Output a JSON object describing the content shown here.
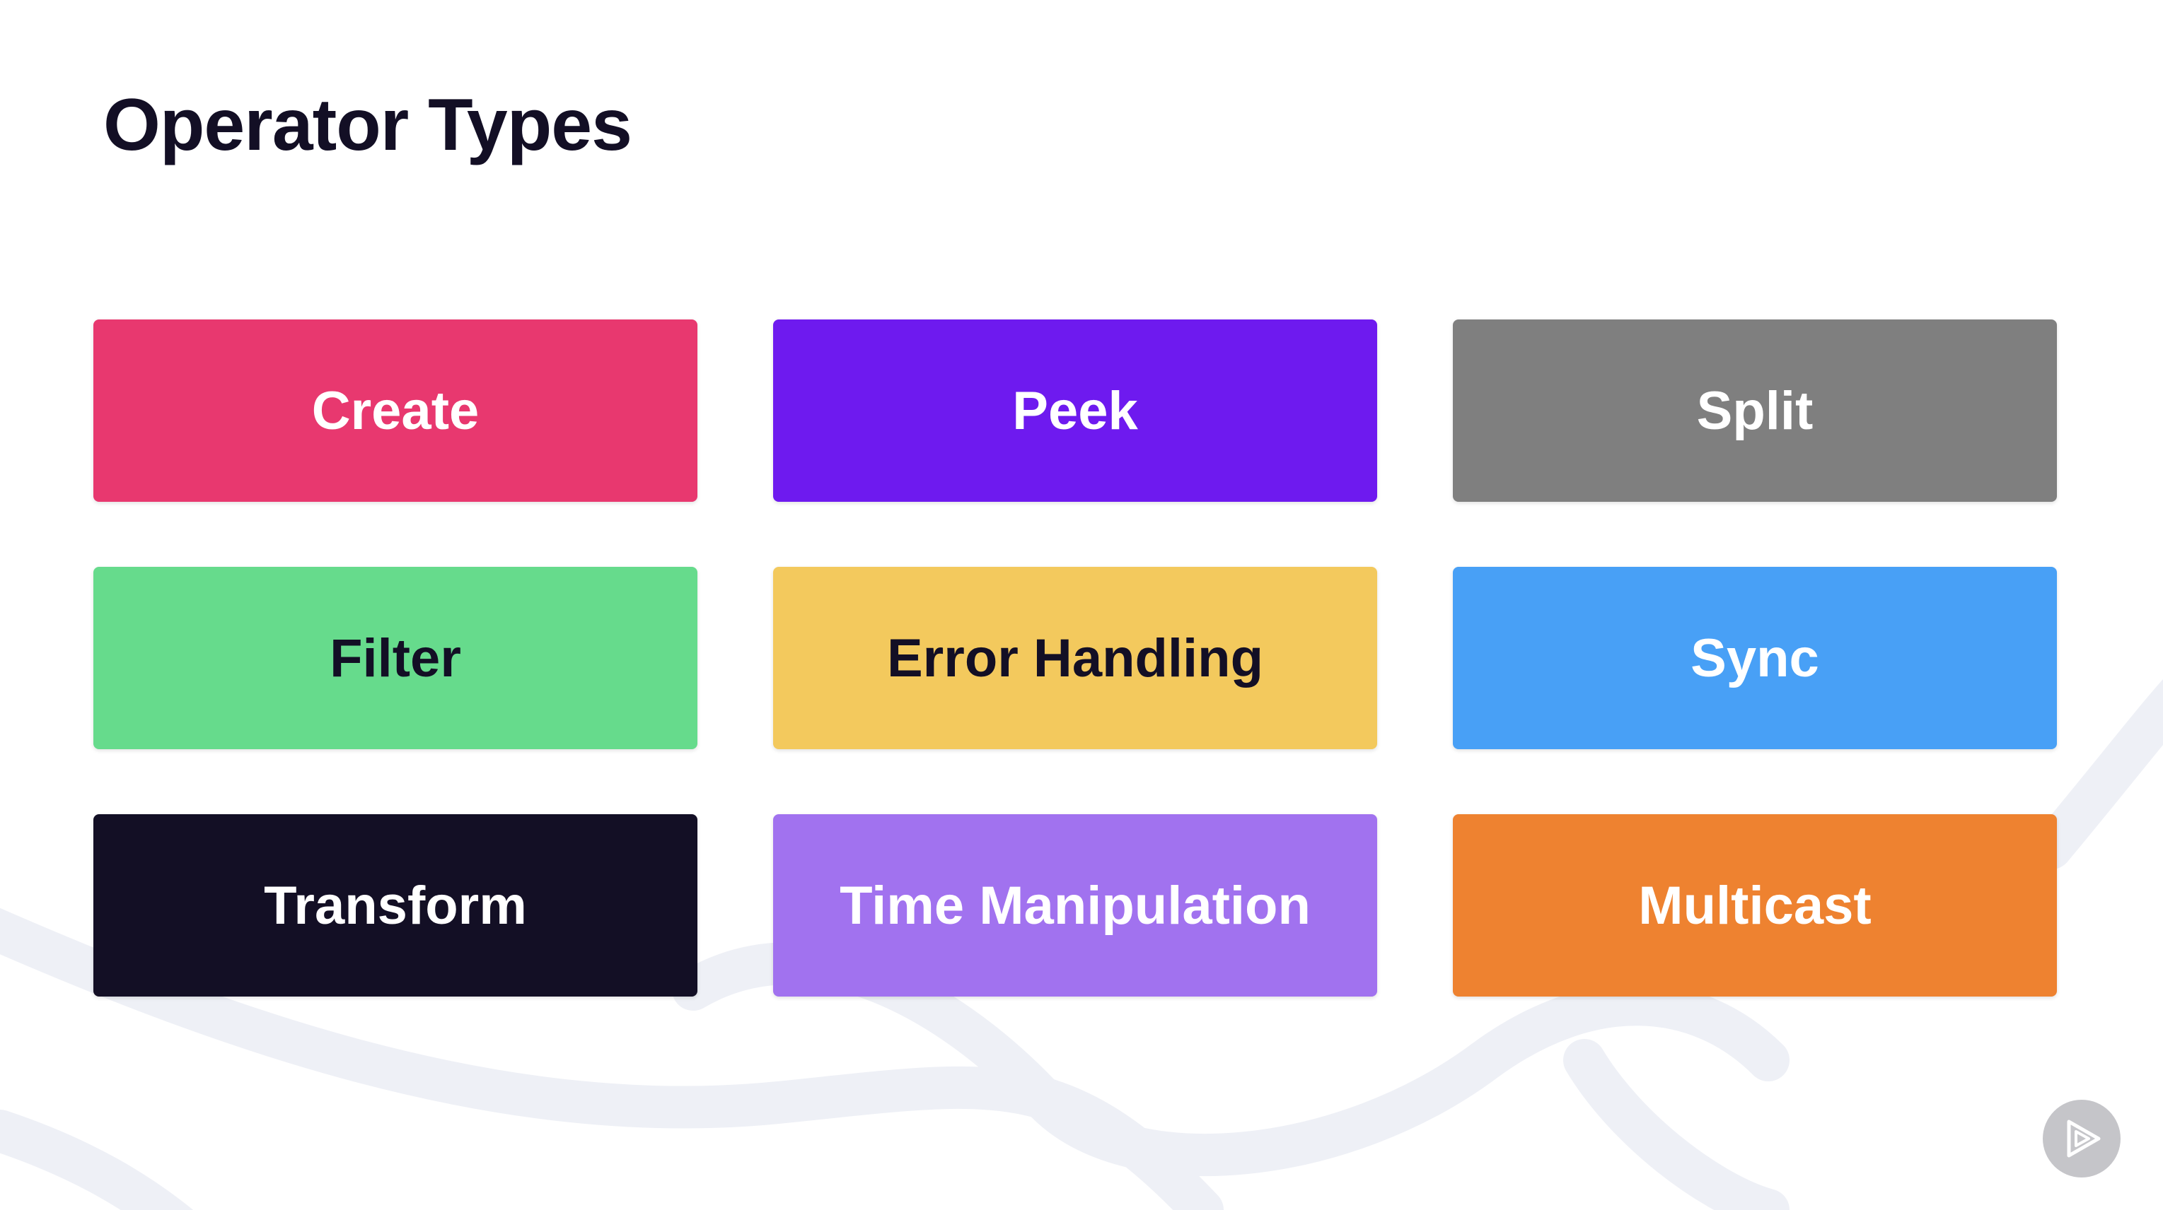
{
  "title": "Operator Types",
  "tiles": [
    {
      "label": "Create",
      "bg": "#e8386f",
      "fg": "#ffffff"
    },
    {
      "label": "Peek",
      "bg": "#6e1aef",
      "fg": "#ffffff"
    },
    {
      "label": "Split",
      "bg": "#7f7f7f",
      "fg": "#ffffff"
    },
    {
      "label": "Filter",
      "bg": "#66db8c",
      "fg": "#130f25"
    },
    {
      "label": "Error Handling",
      "bg": "#f3c95d",
      "fg": "#130f25"
    },
    {
      "label": "Sync",
      "bg": "#48a0f6",
      "fg": "#ffffff"
    },
    {
      "label": "Transform",
      "bg": "#130f25",
      "fg": "#ffffff"
    },
    {
      "label": "Time Manipulation",
      "bg": "#a172ef",
      "fg": "#ffffff"
    },
    {
      "label": "Multicast",
      "bg": "#ee8230",
      "fg": "#ffffff"
    }
  ],
  "player": {
    "icon": "play-icon"
  }
}
